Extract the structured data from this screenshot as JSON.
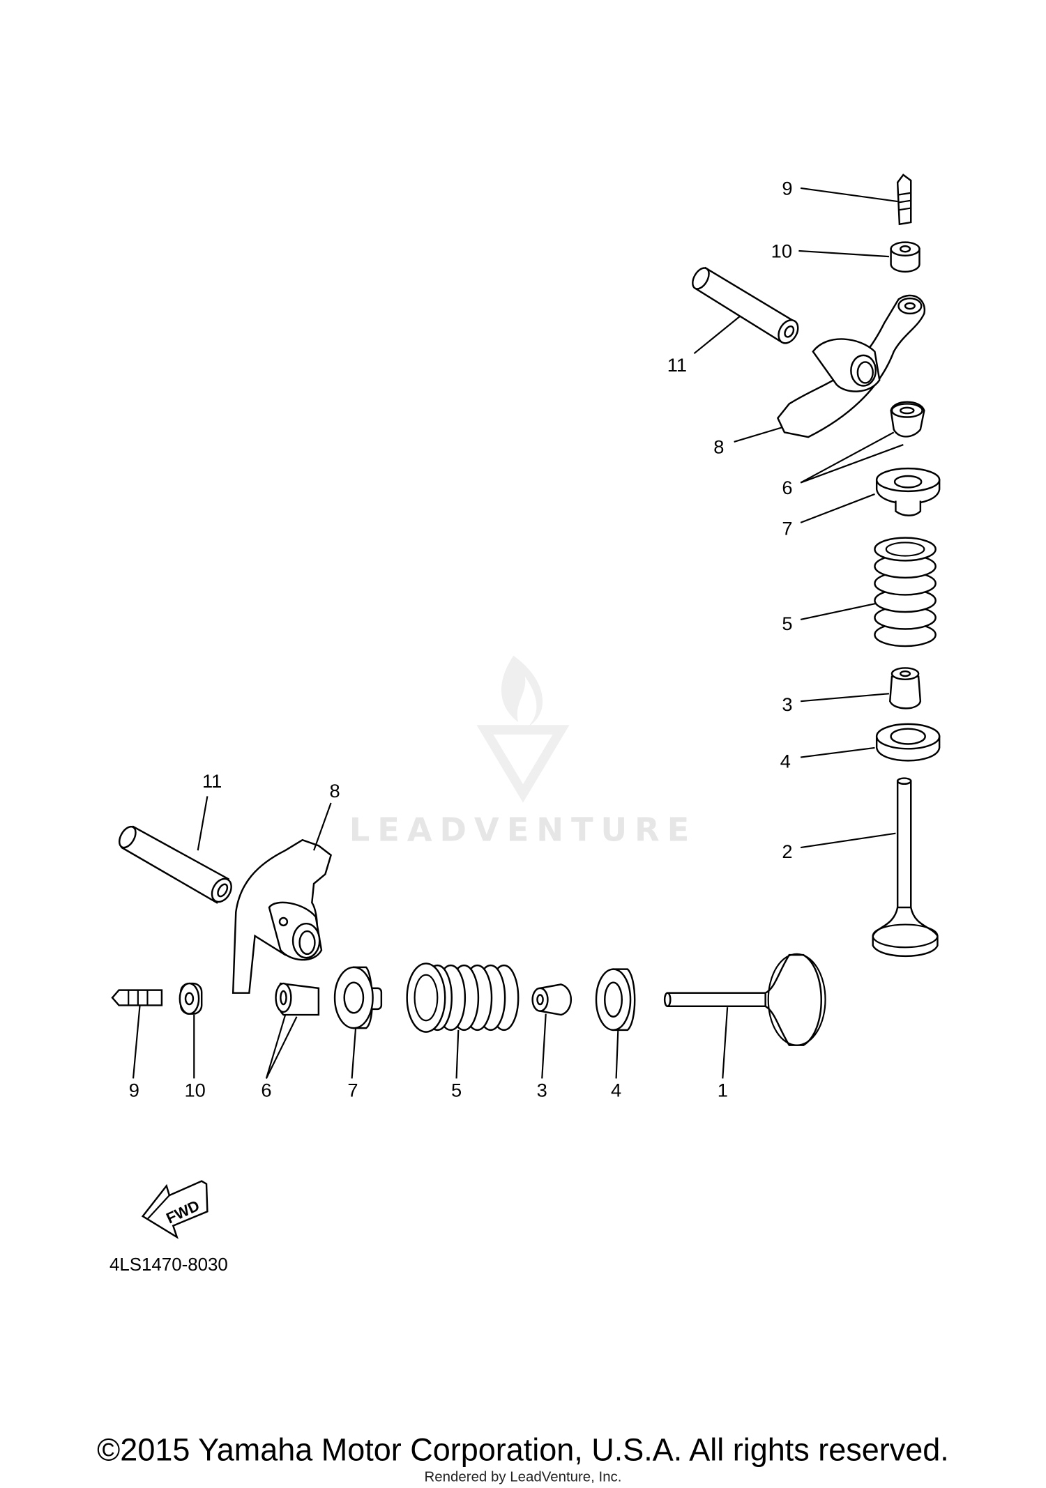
{
  "diagram": {
    "part_number": "4LS1470-8030",
    "fwd_label": "FWD",
    "watermark": "LEADVENTURE",
    "copyright": "©2015 Yamaha Motor Corporation, U.S.A. All rights reserved.",
    "rendered_by": "Rendered by LeadVenture, Inc.",
    "right_labels": {
      "p9": "9",
      "p10": "10",
      "p11": "11",
      "p8": "8",
      "p6": "6",
      "p7": "7",
      "p5": "5",
      "p3": "3",
      "p4": "4",
      "p2": "2"
    },
    "bottom_labels": {
      "p11": "11",
      "p8": "8",
      "p9": "9",
      "p10": "10",
      "p6": "6",
      "p7": "7",
      "p5": "5",
      "p3": "3",
      "p4": "4",
      "p1": "1"
    }
  }
}
